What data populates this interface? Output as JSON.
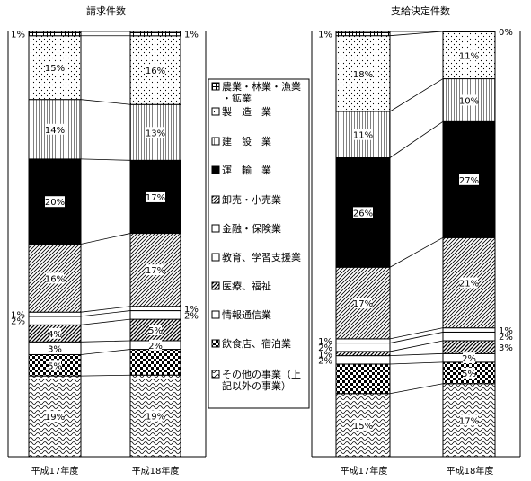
{
  "categories_legend": [
    {
      "key": "agri",
      "name": "農業・林業・漁業・鉱業"
    },
    {
      "key": "mfg",
      "name": "製　造　業"
    },
    {
      "key": "const",
      "name": "建　設　業"
    },
    {
      "key": "trans",
      "name": "運　輸　業"
    },
    {
      "key": "retail",
      "name": "卸売・小売業"
    },
    {
      "key": "fin",
      "name": "金融・保険業"
    },
    {
      "key": "edu",
      "name": "教育、学習支援業"
    },
    {
      "key": "med",
      "name": "医療、福祉"
    },
    {
      "key": "info",
      "name": "情報通信業"
    },
    {
      "key": "food",
      "name": "飲食店、宿泊業"
    },
    {
      "key": "other",
      "name": "その他の事業（上記以外の事業）"
    }
  ],
  "chart_data": [
    {
      "type": "bar",
      "stacked": true,
      "title": "請求件数",
      "categories": [
        "平成17年度",
        "平成18年度"
      ],
      "unit": "%",
      "series": [
        {
          "key": "other",
          "name": "その他の事業（上記以外の事業）",
          "values": [
            19,
            19
          ],
          "labels": [
            "19%",
            "19%"
          ]
        },
        {
          "key": "food",
          "name": "飲食店、宿泊業",
          "values": [
            5,
            6
          ],
          "labels": [
            "5%",
            ""
          ]
        },
        {
          "key": "info",
          "name": "情報通信業",
          "values": [
            3,
            2
          ],
          "labels": [
            "3%",
            "2%"
          ]
        },
        {
          "key": "med",
          "name": "医療、福祉",
          "values": [
            4,
            5
          ],
          "labels": [
            "4%",
            "5%"
          ]
        },
        {
          "key": "edu",
          "name": "教育、学習支援業",
          "values": [
            2,
            2
          ],
          "labels": [
            "2%",
            "2%"
          ]
        },
        {
          "key": "fin",
          "name": "金融・保険業",
          "values": [
            1,
            1
          ],
          "labels": [
            "1%",
            "1%"
          ]
        },
        {
          "key": "retail",
          "name": "卸売・小売業",
          "values": [
            16,
            17
          ],
          "labels": [
            "16%",
            "17%"
          ]
        },
        {
          "key": "trans",
          "name": "運輸業",
          "values": [
            20,
            17
          ],
          "labels": [
            "20%",
            "17%"
          ]
        },
        {
          "key": "const",
          "name": "建設業",
          "values": [
            14,
            13
          ],
          "labels": [
            "14%",
            "13%"
          ]
        },
        {
          "key": "mfg",
          "name": "製造業",
          "values": [
            15,
            16
          ],
          "labels": [
            "15%",
            "16%"
          ]
        },
        {
          "key": "agri",
          "name": "農業・林業・漁業・鉱業",
          "values": [
            1,
            1
          ],
          "labels": [
            "1%",
            "1%"
          ]
        }
      ]
    },
    {
      "type": "bar",
      "stacked": true,
      "title": "支給決定件数",
      "categories": [
        "平成17年度",
        "平成18年度"
      ],
      "unit": "%",
      "series": [
        {
          "key": "other",
          "name": "その他の事業（上記以外の事業）",
          "values": [
            15,
            17
          ],
          "labels": [
            "15%",
            "17%"
          ]
        },
        {
          "key": "food",
          "name": "飲食店、宿泊業",
          "values": [
            7,
            5
          ],
          "labels": [
            "",
            "5%"
          ]
        },
        {
          "key": "info",
          "name": "情報通信業",
          "values": [
            2,
            2
          ],
          "labels": [
            "2%",
            "2%"
          ]
        },
        {
          "key": "med",
          "name": "医療、福祉",
          "values": [
            1,
            3
          ],
          "labels": [
            "1%",
            "3%"
          ]
        },
        {
          "key": "edu",
          "name": "教育、学習支援業",
          "values": [
            2,
            2
          ],
          "labels": [
            "2%",
            "2%"
          ]
        },
        {
          "key": "fin",
          "name": "金融・保険業",
          "values": [
            1,
            1
          ],
          "labels": [
            "1%",
            "1%"
          ]
        },
        {
          "key": "retail",
          "name": "卸売・小売業",
          "values": [
            17,
            21
          ],
          "labels": [
            "17%",
            "21%"
          ]
        },
        {
          "key": "trans",
          "name": "運輸業",
          "values": [
            26,
            27
          ],
          "labels": [
            "26%",
            "27%"
          ]
        },
        {
          "key": "const",
          "name": "建設業",
          "values": [
            11,
            10
          ],
          "labels": [
            "11%",
            "10%"
          ]
        },
        {
          "key": "mfg",
          "name": "製造業",
          "values": [
            18,
            11
          ],
          "labels": [
            "18%",
            "11%"
          ]
        },
        {
          "key": "agri",
          "name": "農業・林業・漁業・鉱業",
          "values": [
            1,
            0
          ],
          "labels": [
            "1%",
            "0%"
          ]
        }
      ]
    }
  ]
}
